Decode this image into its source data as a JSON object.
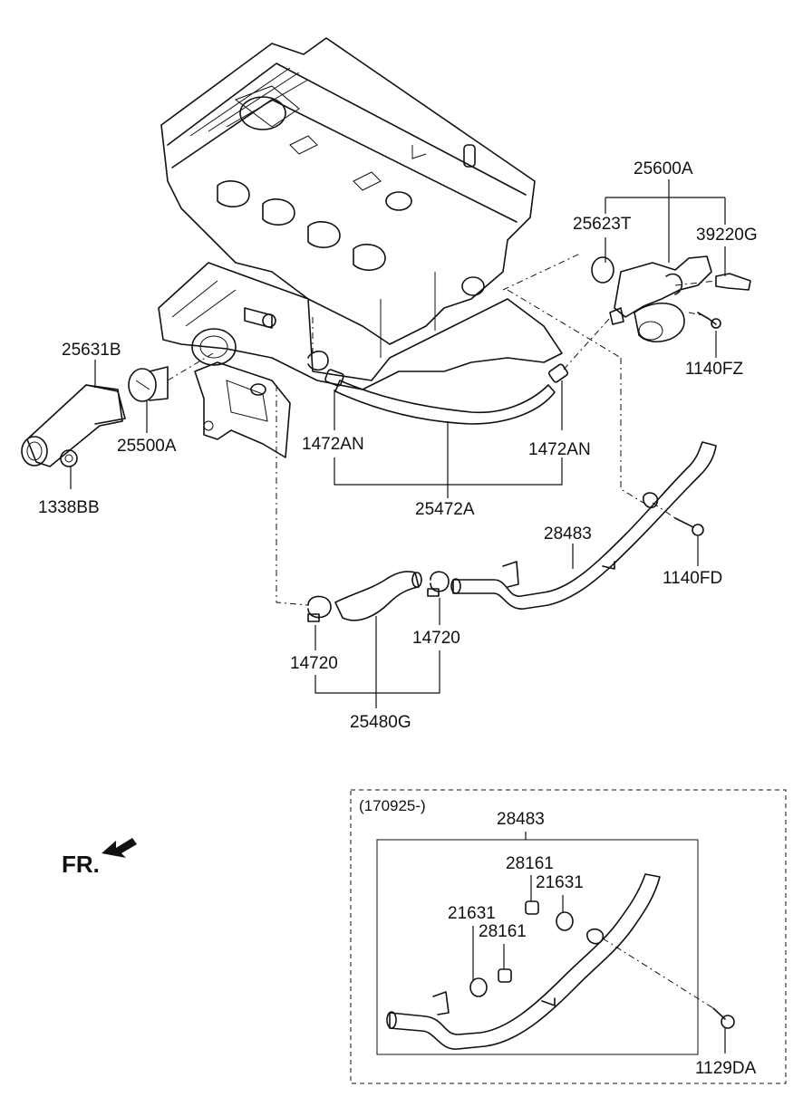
{
  "labels": {
    "p25600A": "25600A",
    "p25623T": "25623T",
    "p39220G": "39220G",
    "p1140FZ": "1140FZ",
    "p25631B": "25631B",
    "p25500A": "25500A",
    "p1338BB": "1338BB",
    "p1472AN_left": "1472AN",
    "p1472AN_right": "1472AN",
    "p25472A": "25472A",
    "p28483": "28483",
    "p1140FD": "1140FD",
    "p14720_left": "14720",
    "p14720_right": "14720",
    "p25480G": "25480G"
  },
  "inset": {
    "date_code": "(170925-)",
    "p28483": "28483",
    "p28161_top": "28161",
    "p21631_top": "21631",
    "p21631_left": "21631",
    "p28161_mid": "28161",
    "p1129DA": "1129DA"
  },
  "direction_marker": "FR."
}
